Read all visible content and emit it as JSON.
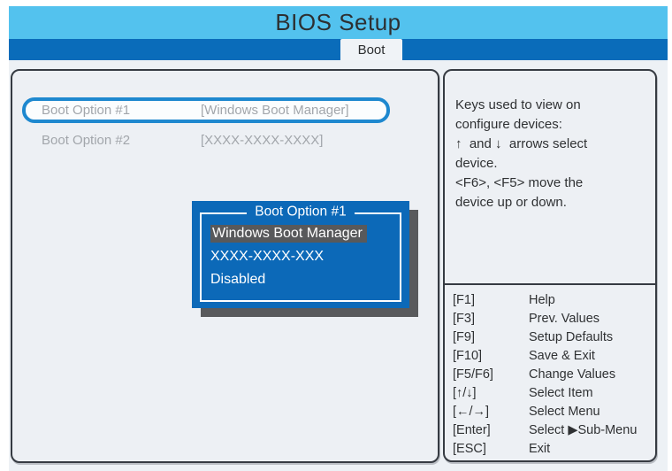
{
  "header": {
    "title": "BIOS Setup"
  },
  "menu": {
    "tabs": [
      {
        "label": "Boot",
        "active": true
      }
    ]
  },
  "boot_options": {
    "items": [
      {
        "label": "Boot Option  #1",
        "value": "[Windows Boot Manager]",
        "selected": true
      },
      {
        "label": "Boot Option  #2",
        "value": "[XXXX-XXXX-XXXX]",
        "selected": false
      }
    ]
  },
  "popup": {
    "title": "Boot Option  #1",
    "options": [
      {
        "label": "Windows Boot Manager",
        "highlighted": true
      },
      {
        "label": "XXXX-XXXX-XXX",
        "highlighted": false
      },
      {
        "label": "Disabled",
        "highlighted": false
      }
    ]
  },
  "help": {
    "lines": [
      "Keys used to view on",
      "configure devices:",
      "↑  and ↓  arrows select",
      "device.",
      "<F6>, <F5> move the",
      "device up or down."
    ]
  },
  "key_legend": {
    "rows": [
      {
        "key": "[F1]",
        "action": "Help"
      },
      {
        "key": "[F3]",
        "action": "Prev. Values"
      },
      {
        "key": "[F9]",
        "action": "Setup Defaults"
      },
      {
        "key": "[F10]",
        "action": "Save & Exit"
      },
      {
        "key": "[F5/F6]",
        "action": "Change Values"
      },
      {
        "key": "[↑/↓]",
        "action": "Select Item"
      },
      {
        "key": "[←/→]",
        "action": "Select Menu"
      },
      {
        "key": "[Enter]",
        "action": "Select ▶Sub-Menu"
      },
      {
        "key": "[ESC]",
        "action": "Exit"
      }
    ]
  },
  "colors": {
    "title_band": "#53c2ee",
    "menu_band": "#0a6cba",
    "popup_blue": "#0c69b8",
    "selection_ring": "#1e88cf",
    "highlight_gray": "#58595b",
    "panel_bg": "#edf1f5",
    "dim_text": "#a2a6ab",
    "dark_text": "#2f3133"
  }
}
